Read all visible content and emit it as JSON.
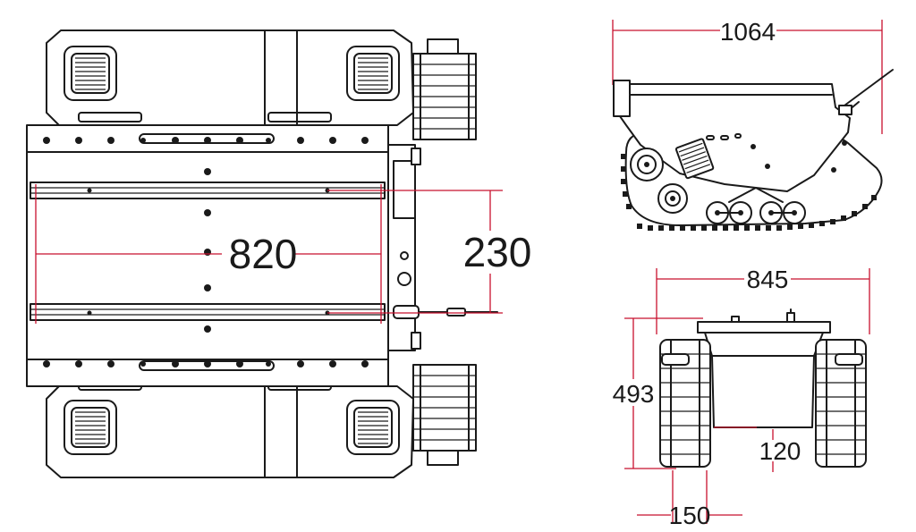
{
  "views": {
    "top": {
      "dimensions": {
        "track_span": "820",
        "rail_spacing": "230"
      }
    },
    "side": {
      "dimensions": {
        "length": "1064"
      }
    },
    "front": {
      "dimensions": {
        "width": "845",
        "height": "493",
        "ground_clearance": "120",
        "track_width": "150"
      }
    }
  },
  "colors": {
    "line": "#1a1a1a",
    "dimension_line": "#c8102e",
    "background": "#ffffff"
  }
}
